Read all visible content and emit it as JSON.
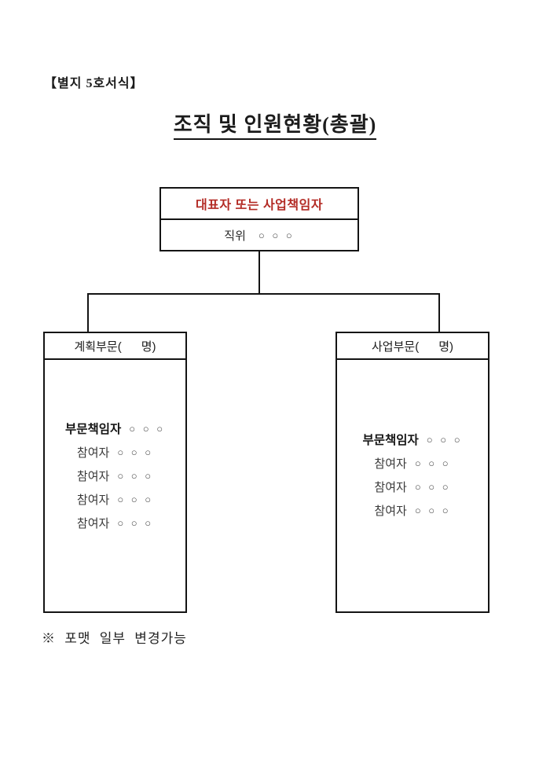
{
  "page": {
    "form_label": "【별지 5호서식】",
    "title": "조직 및 인원현황(총괄)",
    "footnote": "※ 포맷 일부 변경가능"
  },
  "colors": {
    "accent_red": "#b32b25",
    "line_black": "#141414",
    "background": "#ffffff"
  },
  "org_chart": {
    "top_box": {
      "title": "대표자 또는 사업책임자",
      "position_label": "직위",
      "position_value": "○ ○ ○"
    },
    "left_box": {
      "header": "계획부문(      명)",
      "rows": [
        {
          "label": "부문책임자",
          "circles": "○ ○ ○"
        },
        {
          "label": "참여자",
          "circles": "○ ○ ○"
        },
        {
          "label": "참여자",
          "circles": "○ ○ ○"
        },
        {
          "label": "참여자",
          "circles": "○ ○ ○"
        },
        {
          "label": "참여자",
          "circles": "○ ○ ○"
        }
      ]
    },
    "right_box": {
      "header": "사업부문(      명)",
      "rows": [
        {
          "label": "부문책임자",
          "circles": "○ ○ ○"
        },
        {
          "label": "참여자",
          "circles": "○ ○ ○"
        },
        {
          "label": "참여자",
          "circles": "○ ○ ○"
        },
        {
          "label": "참여자",
          "circles": "○ ○ ○"
        }
      ]
    }
  }
}
